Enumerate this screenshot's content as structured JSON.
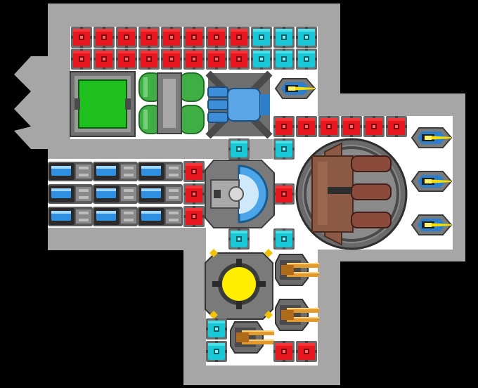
{
  "scene": {
    "title": "",
    "description_visible_text": []
  },
  "palette": {
    "background": "#000000",
    "hull": "#a6a6a6",
    "hull_edge": "#8a8a8a",
    "floor": "#ffffff",
    "armor_red": "#e8161e",
    "armor_red_dark": "#9e0d12",
    "armor_cyan": "#19c7d6",
    "armor_cyan_dark": "#0c7f8a",
    "tile_frame": "#5a5a5a",
    "reactor_green": "#1fc11f",
    "core_yellow": "#ffee00",
    "gun_yellow": "#f3dc08",
    "tank_green": "#3fae45",
    "thruster_blue": "#3d8ed8",
    "cannon_brown": "#8c5a44",
    "orange_turret": "#e29a2e"
  },
  "modules": {
    "red_armor": "armor-red",
    "cyan_armor": "armor-cyan",
    "reactor": "reactor-green",
    "fuel_tanks": "tank-green",
    "thruster_array": "thruster-blue",
    "main_cannon": "cannon-brown",
    "power_core": "core-yellow",
    "laser_turret": "turret-yellow",
    "auto_turret": "turret-orange",
    "engine_block": "engine-blue",
    "shield_generator": "shield-blue"
  }
}
